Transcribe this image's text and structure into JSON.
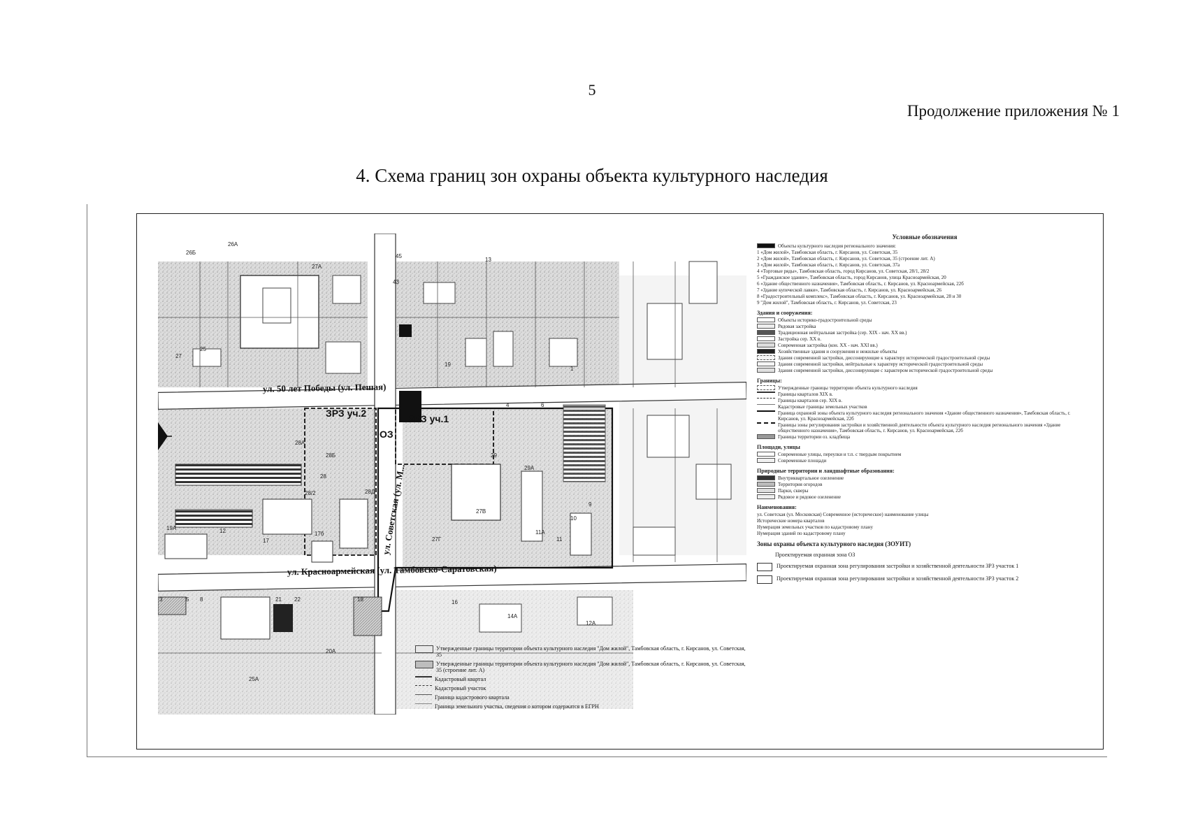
{
  "page": {
    "number": "5",
    "appendix_note": "Продолжение приложения № 1",
    "title": "4. Схема границ зон охраны объекта культурного наследия"
  },
  "map": {
    "streets": {
      "pobedy": "ул. 50 лет Победы (ул. Пешая)",
      "krasnoarmeyskaya": "ул. Красноармейская (ул. Тамбовско-Саратовская)",
      "sovetskaya": "ул. Советская (ул. М..."
    },
    "zones": {
      "oz": "ОЗ",
      "zrz1": "ЗРЗ уч.1",
      "zrz2": "ЗРЗ уч.2"
    },
    "parcel_numbers": [
      "26Б",
      "26А",
      "27",
      "27А",
      "25",
      "45",
      "43",
      "13",
      "28",
      "28А",
      "28Б",
      "28/2",
      "28Д",
      "29",
      "29А",
      "27В",
      "27Г",
      "19А",
      "12",
      "17",
      "17б",
      "9",
      "11",
      "11А",
      "21",
      "22",
      "18",
      "16",
      "14А",
      "20А",
      "25А",
      "3",
      "5",
      "8",
      "19",
      "1",
      "4",
      "6",
      "10",
      "12А"
    ]
  },
  "legend": {
    "title": "Условные обозначения",
    "objects_item": "Объекты культурного наследия регионального значения:",
    "objects": [
      "1 «Дом жилой», Тамбовская область, г. Кирсанов, ул. Советская, 35",
      "2 «Дом жилой», Тамбовская область, г. Кирсанов, ул. Советская, 35 (строение лит. А)",
      "3 «Дом жилой», Тамбовская область, г. Кирсанов, ул. Советская, 37а",
      "4 «Торговые ряды», Тамбовская область, город Кирсанов, ул. Советская, 28/1, 28/2",
      "5 «Гражданское здание», Тамбовская область, город Кирсанов, улица Красноармейская, 20",
      "6 «Здание общественного назначения», Тамбовская область, г. Кирсанов, ул. Красноармейская, 22б",
      "7 «Здание купеческой лавки», Тамбовская область, г. Кирсанов, ул. Красноармейская, 26",
      "8 «Градостроительный комплекс», Тамбовская область, г. Кирсанов, ул. Красноармейская, 28 и 30",
      "9 \"Дом жилой\", Тамбовская область, г. Кирсанов, ул. Советская, 23"
    ],
    "buildings_head": "Здания и сооружения:",
    "buildings": [
      "Объекты историко-градостроительной среды",
      "Рядовая застройка",
      "Традиционная нейтральная застройка (сер. XIX - нач. XX вв.)",
      "Застройка сер. XX в.",
      "Современная застройка (кон. XX - нач. XXI вв.)",
      "Хозяйственные здания и сооружения и нежилые объекты",
      "Здания современной застройки, диссонирующие к характеру исторической градостроительной среды",
      "Здания современной застройки, нейтральные к характеру исторической градостроительной среды",
      "Здания современной застройки, диссонирующие с характером исторической градостроительной среды"
    ],
    "borders_head": "Границы:",
    "borders": [
      "Утвержденные границы территории объекта культурного наследия",
      "Границы кварталов XIX в.",
      "Границы кварталов сер. XIX в.",
      "Кадастровые границы земельных участков",
      "Граница охранной зоны объекта культурного наследия регионального значения «Здание общественного назначения», Тамбовская область, г. Кирсанов, ул. Красноармейская, 22б",
      "Границы зоны регулирования застройки и хозяйственной деятельности объекта культурного наследия регионального значения «Здание общественного назначения», Тамбовская область, г. Кирсанов, ул. Красноармейская, 22б",
      "Границы территории оз. кладбища"
    ],
    "areas_head": "Площади, улицы",
    "areas": [
      "Современные улицы, переулки и т.п. с твердым покрытием",
      "Современные площади"
    ],
    "nature_head": "Природные территории и ландшафтные образования:",
    "nature": [
      "Внутриквартальное озеленение",
      "Территория огородов",
      "Парки, скверы",
      "Рядовое и рядовое озеленение"
    ],
    "names_head": "Наименования:",
    "names": [
      "ул. Советская (ул. Московская) Современное (историческое) наименование улицы",
      "Исторические номера кварталов",
      "Нумерация земельных участков по кадастровому плану",
      "Нумерация зданий по кадастровому плану"
    ],
    "zoui_title": "Зоны охраны объекта культурного наследия (ЗОУИТ)",
    "zoui": [
      "Проектируемая охранная зона ОЗ",
      "Проектируемая охранная зона регулирования застройки и хозяйственной деятельности ЗРЗ участок 1",
      "Проектируемая охранная зона регулирования застройки и хозяйственной деятельности ЗРЗ участок 2"
    ]
  },
  "bottom_legend": [
    "Утвержденные границы территории объекта культурного наследия \"Дом жилой\", Тамбовская область, г. Кирсанов, ул. Советская, 35",
    "Утвержденные границы территории объекта культурного наследия \"Дом жилой\", Тамбовская область, г. Кирсанов, ул. Советская, 35 (строение лит. А)",
    "Кадастровый квартал",
    "Кадастровый участок",
    "Граница кадастрового квартала",
    "Граница земельного участка, сведения о котором содержатся в ЕГРН"
  ]
}
